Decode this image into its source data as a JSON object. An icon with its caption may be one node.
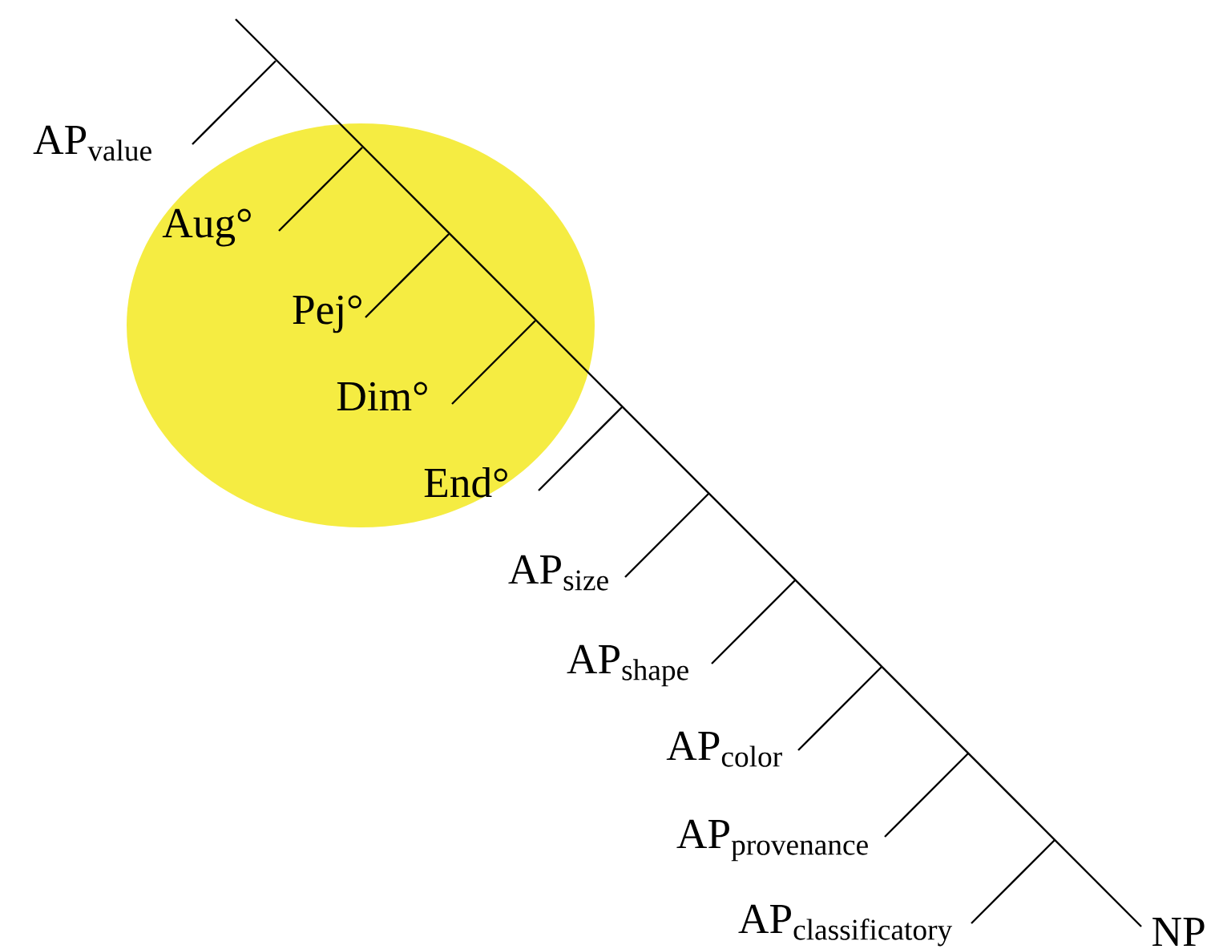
{
  "diagram": {
    "nodes": [
      {
        "text": [
          "Aug°",
          "Pej°",
          "Dim°",
          "End°"
        ]
      }
    ],
    "labels": [
      "\\text{AP}_{\\text{value}}",
      "\\text{AP}_{\\text{size}}",
      "\\text{AP}_{\\text{shape}}",
      "\\text{AP}_{\\text{color}}",
      "\\text{AP}_{\\text{provenance}}",
      "\\text{AP}_{\\text{classificatory}}",
      "NP"
    ]
  }
}
